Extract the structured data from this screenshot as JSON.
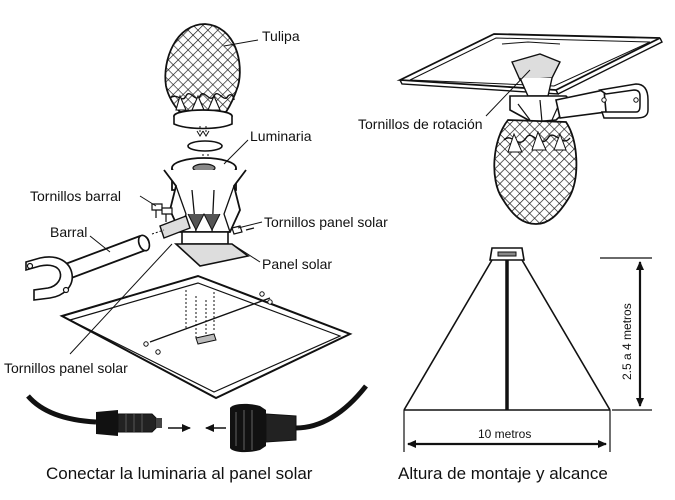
{
  "labels": {
    "tulipa": "Tulipa",
    "luminaria": "Luminaria",
    "tornillos_barral": "Tornillos barral",
    "tornillos_panel_solar_top": "Tornillos panel solar",
    "barral": "Barral",
    "panel_solar": "Panel solar",
    "tornillos_panel_solar_bottom": "Tornillos panel solar",
    "tornillos_rotacion": "Tornillos de rotación",
    "altura": "2.5 a 4 metros",
    "alcance": "10 metros"
  },
  "captions": {
    "conectar": "Conectar la luminaria al panel solar",
    "montaje": "Altura de montaje y alcance"
  },
  "colors": {
    "ink": "#111111",
    "paper": "#ffffff",
    "shade": "#9a9a9a"
  }
}
